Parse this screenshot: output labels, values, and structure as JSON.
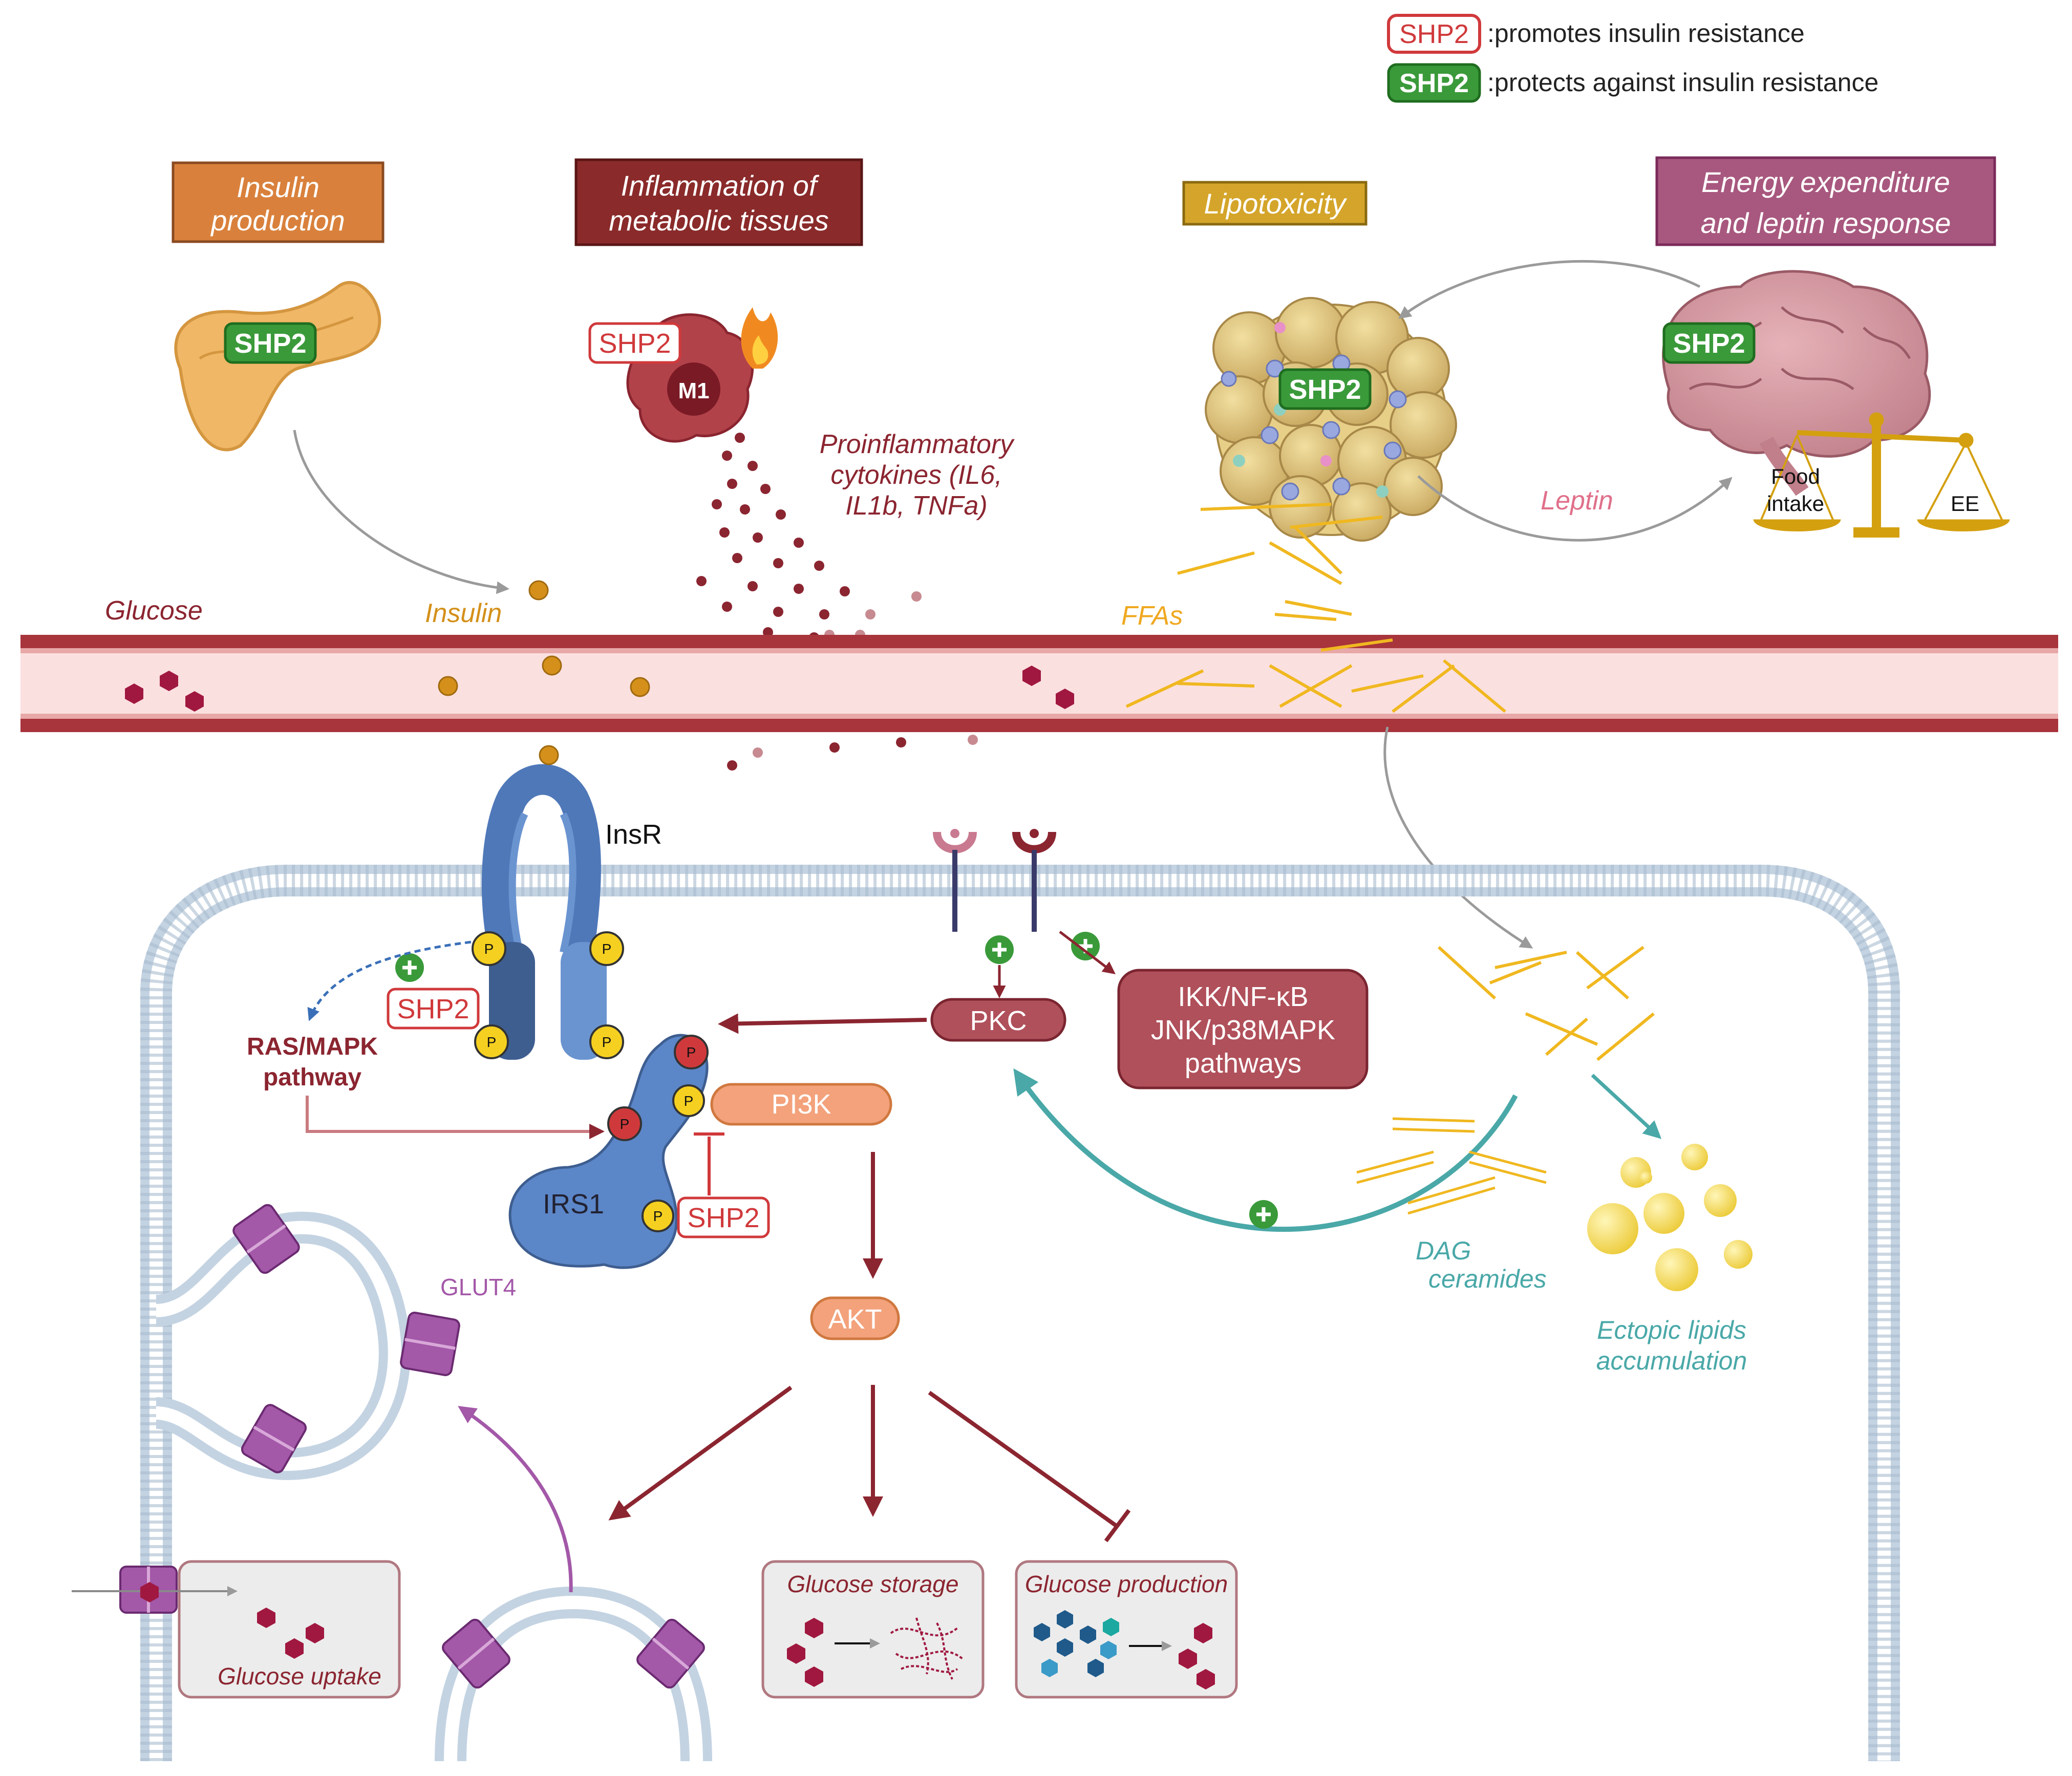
{
  "legend": {
    "red_badge": "SHP2",
    "red_text": ":promotes insulin resistance",
    "green_badge": "SHP2",
    "green_text": ":protects against insulin resistance"
  },
  "categories": {
    "insulin_production": [
      "Insulin",
      "production"
    ],
    "inflammation": [
      "Inflammation  of",
      "metabolic tissues"
    ],
    "lipotoxicity": "Lipotoxicity",
    "energy": [
      "Energy expenditure",
      "and leptin response"
    ]
  },
  "badges": {
    "shp2": "SHP2",
    "m1": "M1"
  },
  "labels": {
    "cytokines": [
      "Proinflammatory",
      "cytokines (IL6,",
      "IL1b, TNFa)"
    ],
    "glucose": "Glucose",
    "insulin": "Insulin",
    "ffas": "FFAs",
    "leptin": "Leptin",
    "food_intake": [
      "Food",
      "intake"
    ],
    "ee": "EE",
    "insr": "InsR",
    "ras_mapk": [
      "RAS/MAPK",
      "pathway"
    ],
    "pkc": "PKC",
    "ikk": [
      "IKK/NF-κB",
      "JNK/p38MAPK",
      "pathways"
    ],
    "pi3k": "PI3K",
    "irs1": "IRS1",
    "akt": "AKT",
    "glut4": "GLUT4",
    "dag": [
      "DAG",
      "ceramides"
    ],
    "ectopic": [
      "Ectopic lipids",
      "accumulation"
    ],
    "glucose_uptake": "Glucose uptake",
    "glucose_storage": "Glucose storage",
    "glucose_production": "Glucose production",
    "p": "P"
  },
  "colors": {
    "promote_red": "#d0393b",
    "protect_green": "#3a9a3a",
    "maroon": "#8b2530",
    "insulin_box": "#d9813c",
    "inflammation_box": "#8a2a2a",
    "lipotoxicity_box": "#d4a52a",
    "energy_box": "#a8587e",
    "membrane": "#c4d3e2",
    "glut4": "#a358a8",
    "teal": "#4aa8a8"
  }
}
